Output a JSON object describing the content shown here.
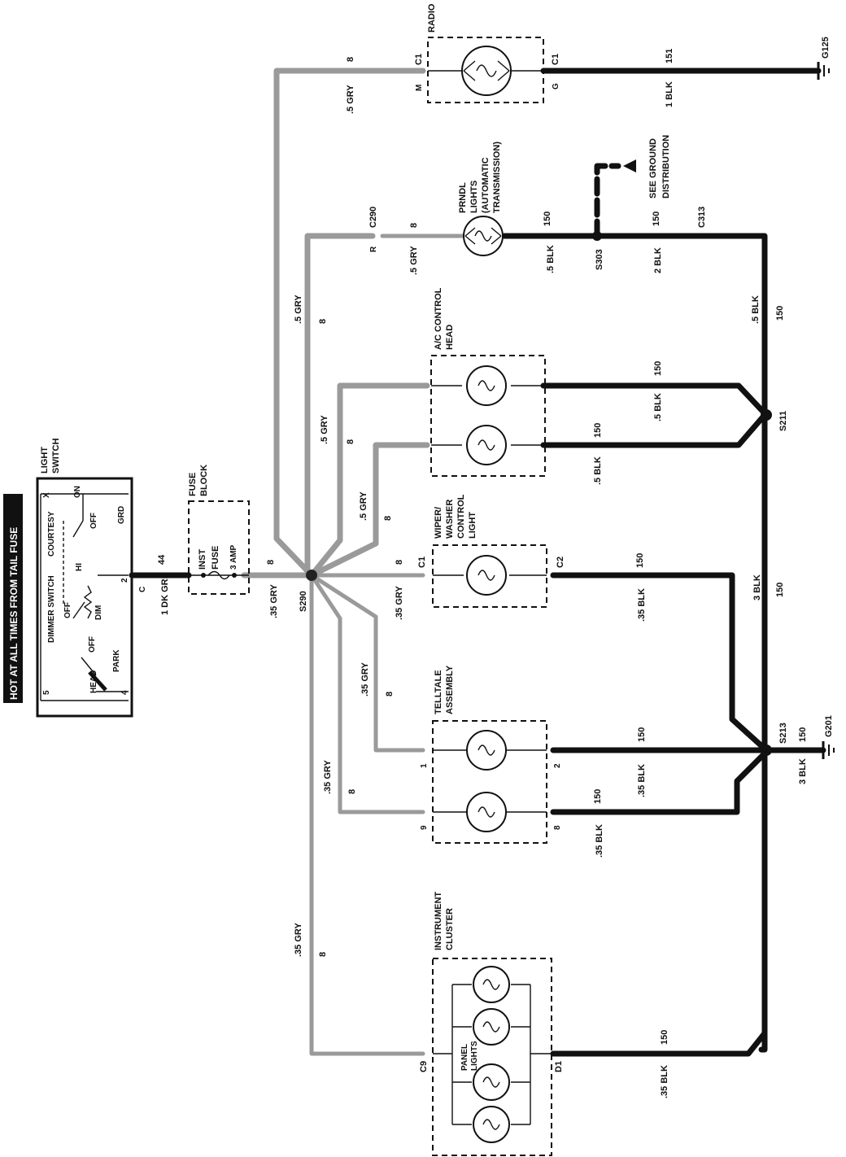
{
  "title": "HOT AT ALL TIMES FROM TAIL FUSE",
  "components": {
    "light_switch": {
      "line1": "LIGHT",
      "line2": "SWITCH",
      "dimmer": "DIMMER SWITCH",
      "courtesy": "COURTESY",
      "x": "X",
      "on": "ON",
      "off": "OFF",
      "grd": "GRD",
      "hi": "HI",
      "dim": "DIM",
      "off2": "OFF",
      "head": "HEAD",
      "off3": "OFF",
      "park": "PARK",
      "pin5": "5",
      "pin2": "2",
      "pin4": "4",
      "pinC": "C"
    },
    "fuse_block": {
      "line1": "FUSE",
      "line2": "BLOCK",
      "inst": "INST",
      "fuse": "FUSE",
      "amp": "3 AMP"
    },
    "radio": {
      "name": "RADIO",
      "c1a": "C1",
      "c1b": "C1",
      "m": "M",
      "g": "G"
    },
    "prndl": {
      "line1": "PRNDL",
      "line2": "LIGHTS",
      "line3": "(AUTOMATIC",
      "line4": "TRANSMISSION)"
    },
    "ac_control": {
      "line1": "A/C CONTROL",
      "line2": "HEAD"
    },
    "wiper": {
      "line1": "WIPER/",
      "line2": "WASHER",
      "line3": "CONTROL",
      "line4": "LIGHT",
      "c1": "C1",
      "c2": "C2"
    },
    "telltale": {
      "line1": "TELLTALE",
      "line2": "ASSEMBLY",
      "p1": "1",
      "p2": "2",
      "p9": "9",
      "p8": "8"
    },
    "instrument": {
      "line1": "INSTRUMENT",
      "line2": "CLUSTER",
      "panel1": "PANEL",
      "panel2": "LIGHTS",
      "c9": "C9",
      "d1": "D1"
    },
    "see_ground": {
      "line1": "SEE GROUND",
      "line2": "DISTRIBUTION"
    }
  },
  "connectors": {
    "c290": "C290",
    "c290_r": "R",
    "c313": "C313"
  },
  "splices": {
    "s290": "S290",
    "s303": "S303",
    "s211": "S211",
    "s213": "S213"
  },
  "grounds": {
    "g125": "G125",
    "g201": "G201"
  },
  "wires": {
    "w44": "44",
    "w1dkgrn": "1 DK GRN",
    "w35gry_fuse": ".35 GRY",
    "w8_fuse": "8",
    "w5gry_radio": ".5 GRY",
    "w8_radio": "8",
    "w5gry_prndl": ".5 GRY",
    "w8_prndl": "8",
    "w5gry_trunk": ".5 GRY",
    "w8_trunk": "8",
    "w5gry_ac1": ".5 GRY",
    "w8_ac1": "8",
    "w5gry_ac2": ".5 GRY",
    "w8_ac2": "8",
    "w35gry_wiper": ".35 GRY",
    "w8_wiper": "8",
    "w35gry_tt1": ".35 GRY",
    "w8_tt1": "8",
    "w35gry_tt2": ".35 GRY",
    "w8_tt2": "8",
    "w35gry_ic": ".35 GRY",
    "w8_ic": "8",
    "w151": "151",
    "w1blk": "1 BLK",
    "w150_prndl": "150",
    "w5blk_prndl": ".5 BLK",
    "w150_c313": "150",
    "w2blk": "2 BLK",
    "w5blk_s211": ".5 BLK",
    "w150_s211": "150",
    "w150_ac1": "150",
    "w5blk_ac1": ".5 BLK",
    "w150_ac2": "150",
    "w5blk_ac2": ".5 BLK",
    "w150_wiper": "150",
    "w35blk_wiper": ".35 BLK",
    "w3blk_trunk": "3 BLK",
    "w150_trunk": "150",
    "w150_tt1": "150",
    "w35blk_tt1": ".35 BLK",
    "w150_tt2": "150",
    "w35blk_tt2": ".35 BLK",
    "w150_g201": "150",
    "w3blk_g201": "3 BLK",
    "w150_ic": "150",
    "w35blk_ic": ".35 BLK"
  }
}
